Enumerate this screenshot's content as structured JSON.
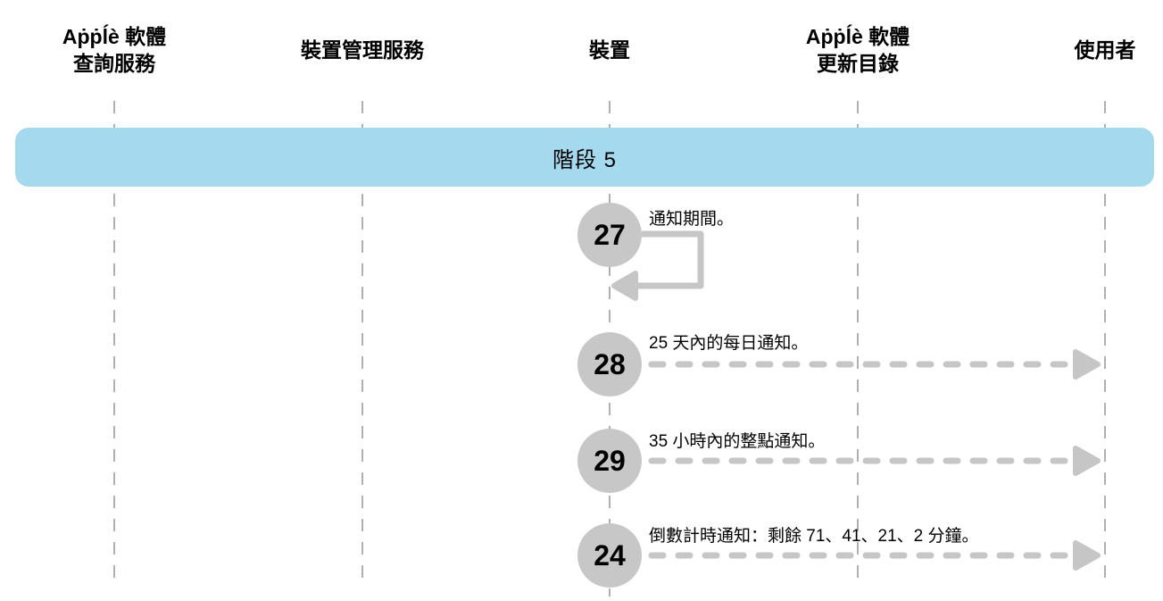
{
  "columns": [
    {
      "line1": "Aṗṗĺè 軟體",
      "line2": "查詢服務"
    },
    {
      "line1": "裝置管理服務"
    },
    {
      "line1": "裝置"
    },
    {
      "line1": "Aṗṗĺè 軟體",
      "line2": "更新目錄"
    },
    {
      "line1": "使用者"
    }
  ],
  "banner": {
    "label": "階段 5"
  },
  "steps": [
    {
      "number": "27",
      "label": "通知期間。"
    },
    {
      "number": "28",
      "label": "25 天內的每日通知。"
    },
    {
      "number": "29",
      "label": "35 小時內的整點通知。"
    },
    {
      "number": "24",
      "label": "倒數計時通知：剩餘 71、41、21、2 分鐘。"
    }
  ],
  "colors": {
    "banner_blue": "#a5d9ee",
    "circle_gray": "#c7c7c7",
    "arrow_gray": "#c6c6c6",
    "lifeline_gray": "#b0b0b0",
    "text": "#000000"
  }
}
